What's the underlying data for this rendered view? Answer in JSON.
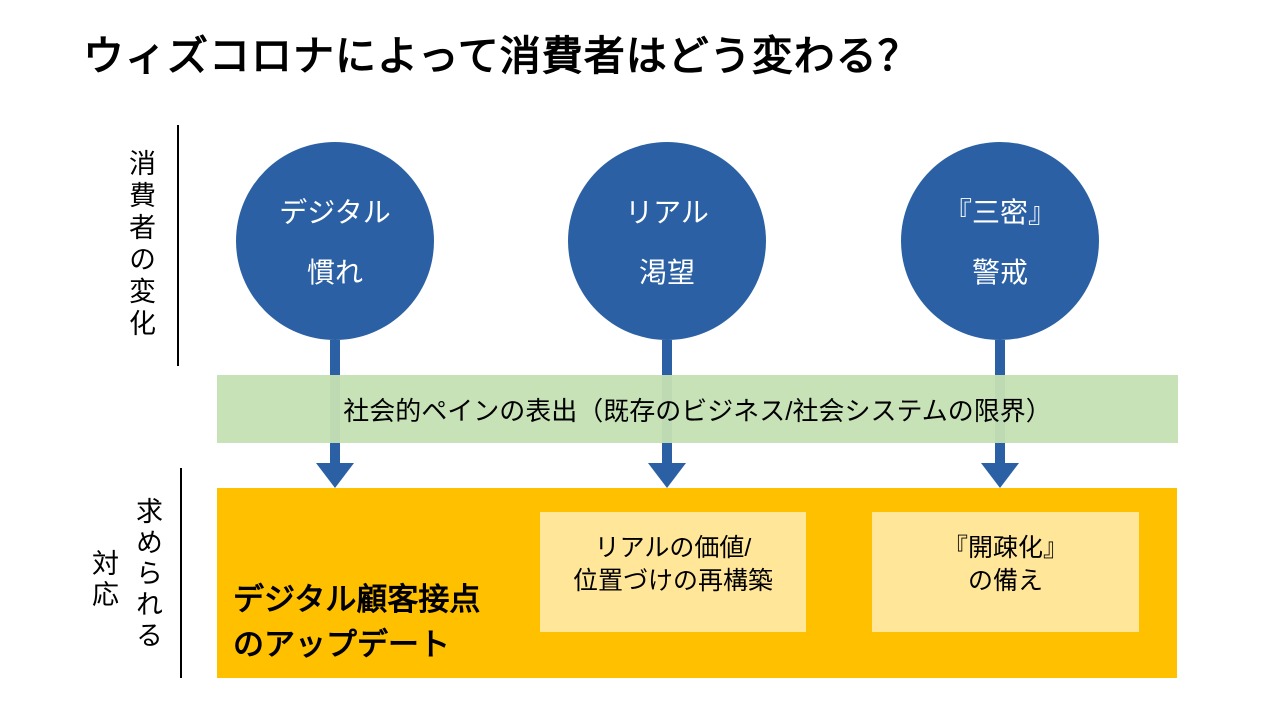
{
  "title": "ウィズコロナによって消費者はどう変わる？",
  "left_labels": {
    "top": "消費者の変化",
    "bottom_line1": "求められる",
    "bottom_line2": "対応"
  },
  "circles": [
    {
      "line1": "デジタル",
      "line2": "慣れ"
    },
    {
      "line1": "リアル",
      "line2": "渇望"
    },
    {
      "line1": "『三密』",
      "line2": "警戒"
    }
  ],
  "green_band": {
    "text": "社会的ペインの表出（既存のビジネス/社会システムの限界）"
  },
  "orange_band": {
    "headline_line1": "デジタル顧客接点",
    "headline_line2": "のアップデート",
    "boxes": [
      {
        "line1": "リアルの価値/",
        "line2": "位置づけの再構築"
      },
      {
        "line1": "『開疎化』",
        "line2": "の備え"
      }
    ]
  },
  "colors": {
    "circle_blue": "#2B61A4",
    "arrow_blue": "#2B61A4",
    "green_band": "#C5E0B4",
    "orange_band": "#FFC000",
    "light_yellow_box": "#FFE699",
    "text": "#000000",
    "background": "#FFFFFF"
  }
}
